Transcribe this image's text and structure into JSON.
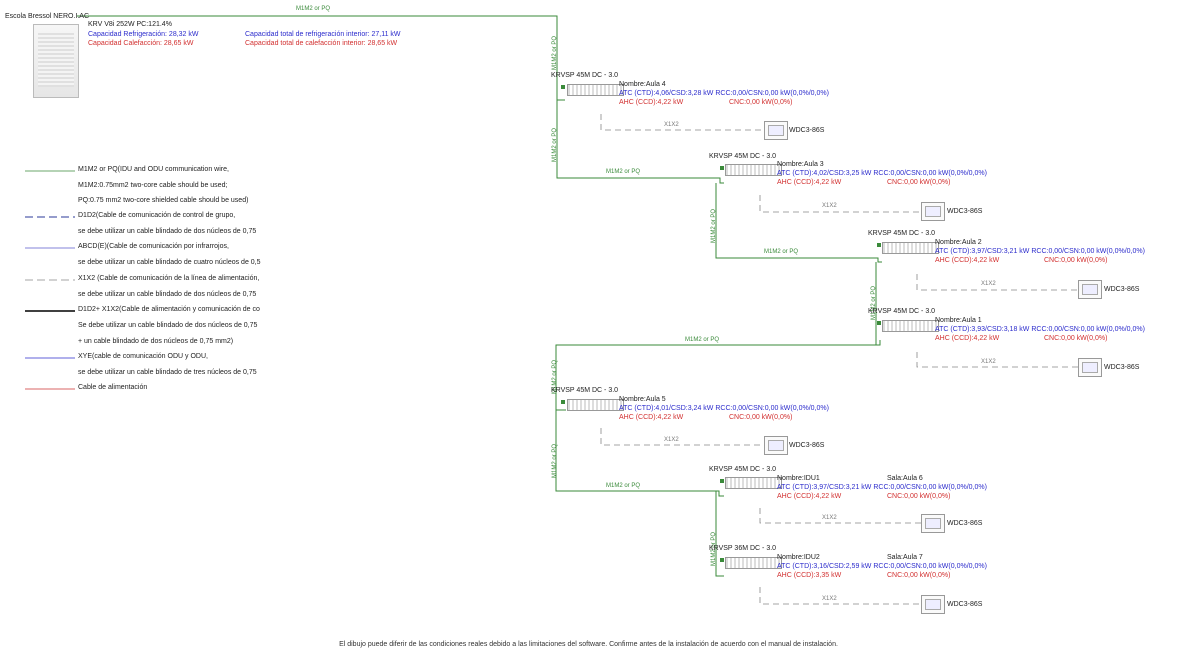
{
  "odu": {
    "site": "Escola Bressol NERO.I.AC",
    "model": "KRV V8i 252W  PC:121.4%",
    "cool_cap": "Capacidad Refrigeración: 28,32 kW",
    "heat_cap": "Capacidad Calefacción: 28,65 kW",
    "total_cool": "Capacidad total de refrigeración interior: 27,11 kW",
    "total_heat": "Capacidad total de calefacción interior: 28,65 kW"
  },
  "wire_labels": {
    "m1m2": "M1M2 or PQ",
    "x1x2": "X1X2"
  },
  "units": [
    {
      "model": "KRVSP 45M DC - 3.0",
      "name": "Nombre:Aula 4",
      "room": "",
      "atc": "ATC (CTD):4,06/CSD:3,28 kW  RCC:0,00/CSN:0,00 kW(0,0%/0,0%)",
      "ahc": "AHC (CCD):4,22 kW",
      "cnc": "CNC:0,00 kW(0,0%)",
      "ctrl": "WDC3-86S"
    },
    {
      "model": "KRVSP 45M DC - 3.0",
      "name": "Nombre:Aula 3",
      "room": "",
      "atc": "ATC (CTD):4,02/CSD:3,25 kW  RCC:0,00/CSN:0,00 kW(0,0%/0,0%)",
      "ahc": "AHC (CCD):4,22 kW",
      "cnc": "CNC:0,00 kW(0,0%)",
      "ctrl": "WDC3-86S"
    },
    {
      "model": "KRVSP 45M DC - 3.0",
      "name": "Nombre:Aula 2",
      "room": "",
      "atc": "ATC (CTD):3,97/CSD:3,21 kW  RCC:0,00/CSN:0,00 kW(0,0%/0,0%)",
      "ahc": "AHC (CCD):4,22 kW",
      "cnc": "CNC:0,00 kW(0,0%)",
      "ctrl": "WDC3-86S"
    },
    {
      "model": "KRVSP 45M DC - 3.0",
      "name": "Nombre:Aula 1",
      "room": "",
      "atc": "ATC (CTD):3,93/CSD:3,18 kW  RCC:0,00/CSN:0,00 kW(0,0%/0,0%)",
      "ahc": "AHC (CCD):4,22 kW",
      "cnc": "CNC:0,00 kW(0,0%)",
      "ctrl": "WDC3-86S"
    },
    {
      "model": "KRVSP 45M DC - 3.0",
      "name": "Nombre:Aula 5",
      "room": "",
      "atc": "ATC (CTD):4,01/CSD:3,24 kW  RCC:0,00/CSN:0,00 kW(0,0%/0,0%)",
      "ahc": "AHC (CCD):4,22 kW",
      "cnc": "CNC:0,00 kW(0,0%)",
      "ctrl": "WDC3-86S"
    },
    {
      "model": "KRVSP 45M DC - 3.0",
      "name": "Nombre:IDU1",
      "room": "Sala:Aula 6",
      "atc": "ATC (CTD):3,97/CSD:3,21 kW  RCC:0,00/CSN:0,00 kW(0,0%/0,0%)",
      "ahc": "AHC (CCD):4,22 kW",
      "cnc": "CNC:0,00 kW(0,0%)",
      "ctrl": "WDC3-86S"
    },
    {
      "model": "KRVSP 36M DC - 3.0",
      "name": "Nombre:IDU2",
      "room": "Sala:Aula 7",
      "atc": "ATC (CTD):3,16/CSD:2,59 kW  RCC:0,00/CSN:0,00 kW(0,0%/0,0%)",
      "ahc": "AHC (CCD):3,35 kW",
      "cnc": "CNC:0,00 kW(0,0%)",
      "ctrl": "WDC3-86S"
    }
  ],
  "legend": {
    "l1": "M1M2 or PQ(IDU and ODU communication wire,",
    "l2": "M1M2:0.75mm2 two-core cable should be used;",
    "l3": "PQ:0.75 mm2 two-core shielded cable should be used)",
    "l4": "D1D2(Cable de comunicación de control de grupo,",
    "l5": "se debe utilizar un cable blindado de dos núcleos de 0,75",
    "l6": "ABCD(E)(Cable de comunicación por infrarrojos,",
    "l7": "se debe utilizar un cable blindado de cuatro núcleos de 0,5",
    "l8": "X1X2 (Cable de comunicación de la línea de alimentación,",
    "l9": "se debe utilizar un cable blindado de dos núcleos de 0,75",
    "l10": "D1D2+ X1X2(Cable de alimentación y comunicación de co",
    "l11": "Se debe utilizar un cable blindado de dos núcleos de 0,75",
    "l12": "+ un cable blindado de dos núcleos de 0,75 mm2)",
    "l13": "XYE(cable de comunicación ODU y ODU,",
    "l14": "se debe utilizar un cable blindado de tres núcleos de 0,75",
    "l15": "Cable de alimentación"
  },
  "footer": "El dibujo puede diferir de las condiciones reales debido a las limitaciones del software. Confirme antes de la instalación de acuerdo con el manual de instalación."
}
